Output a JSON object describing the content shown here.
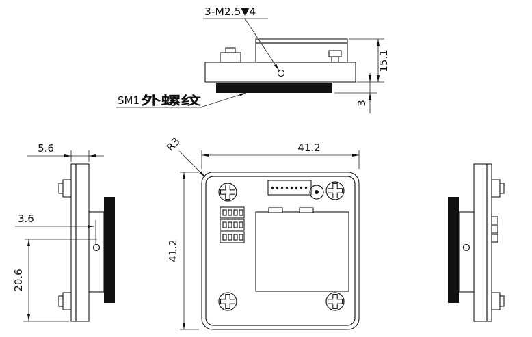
{
  "colors": {
    "line": "#1a1a1a",
    "thread_fill": "#111111",
    "background": "#ffffff"
  },
  "views": {
    "top": {
      "callout_tapped_holes": "3-M2.5▼4",
      "thread_label_prefix": "SM1",
      "thread_label_text": "外螺纹",
      "dim_total_height": "15.1",
      "dim_thread_length": "3"
    },
    "side_left": {
      "dim_flange_thickness": "5.6",
      "dim_hole_offset": "3.6",
      "dim_hole_to_bottom": "20.6"
    },
    "front": {
      "dim_width": "41.2",
      "dim_height": "41.2",
      "callout_corner_radius": "R3"
    }
  }
}
